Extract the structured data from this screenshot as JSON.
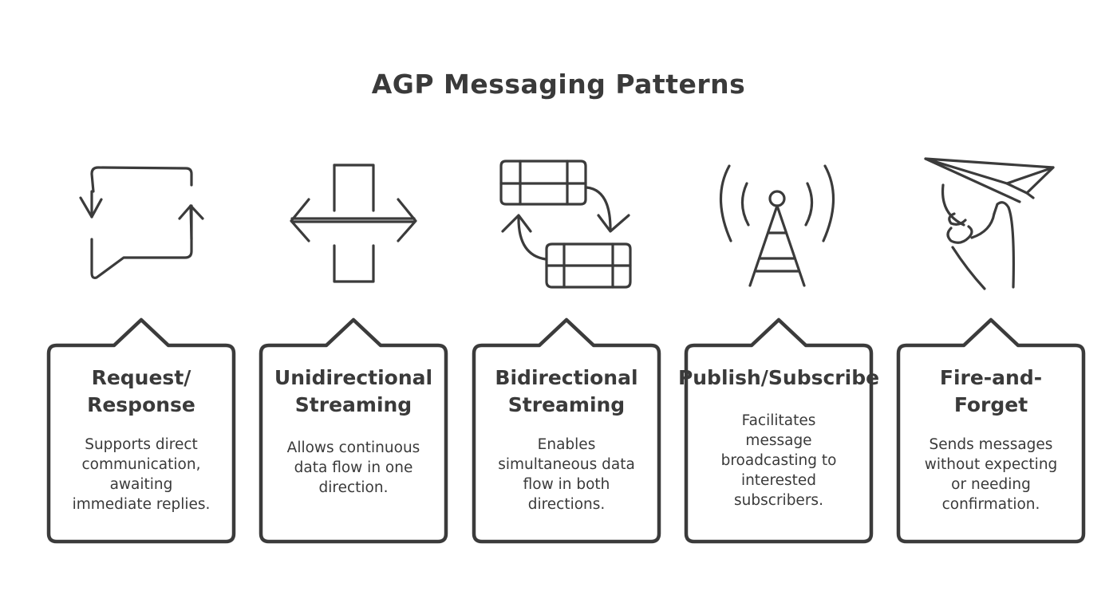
{
  "title": "AGP Messaging Patterns",
  "patterns": [
    {
      "title_lines": [
        "Request/",
        "Response"
      ],
      "desc_lines": [
        "Supports direct",
        "communication,",
        "awaiting",
        "immediate replies."
      ],
      "icon": "request-response-icon"
    },
    {
      "title_lines": [
        "Unidirectional",
        "Streaming"
      ],
      "desc_lines": [
        "Allows continuous",
        "data flow in one",
        "direction."
      ],
      "icon": "unidirectional-arrow-icon"
    },
    {
      "title_lines": [
        "Bidirectional",
        "Streaming"
      ],
      "desc_lines": [
        "Enables",
        "simultaneous data",
        "flow in both",
        "directions."
      ],
      "icon": "bidirectional-exchange-icon"
    },
    {
      "title_lines": [
        "Publish/Subscribe"
      ],
      "desc_lines": [
        "Facilitates",
        "message",
        "broadcasting to",
        "interested",
        "subscribers."
      ],
      "icon": "broadcast-tower-icon"
    },
    {
      "title_lines": [
        "Fire-and-",
        "Forget"
      ],
      "desc_lines": [
        "Sends messages",
        "without expecting",
        "or needing",
        "confirmation."
      ],
      "icon": "paper-plane-icon"
    }
  ]
}
